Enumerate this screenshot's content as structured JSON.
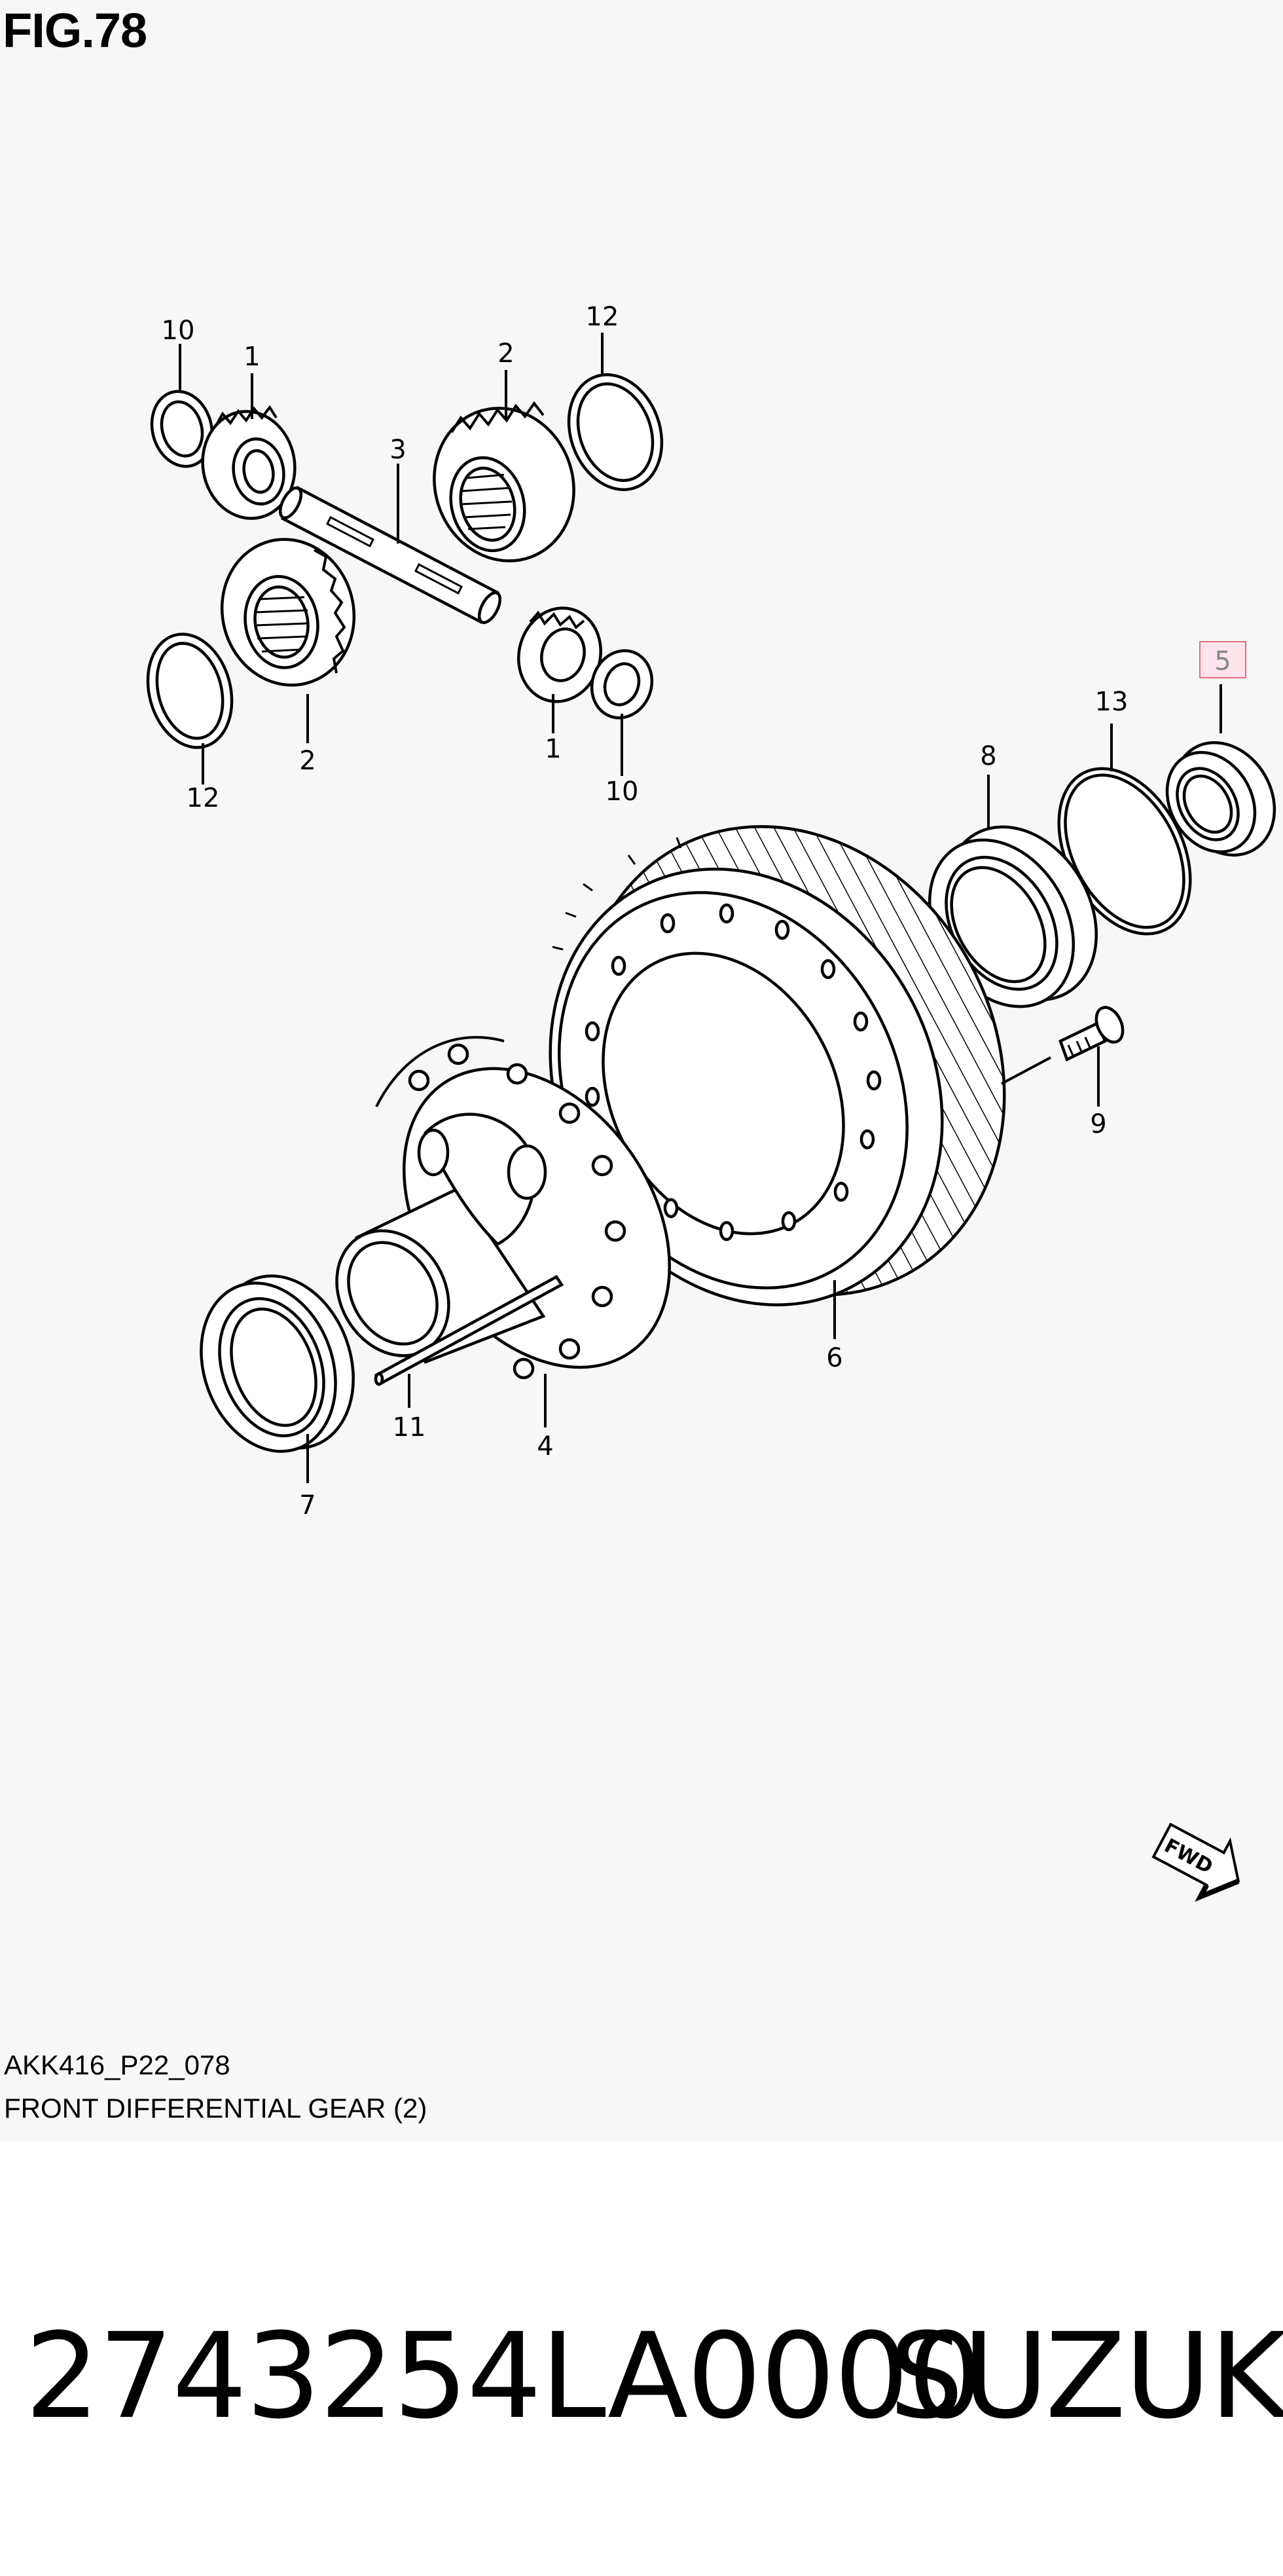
{
  "figure": {
    "title": "FIG.78"
  },
  "callouts": [
    {
      "id": "10a",
      "label": "10"
    },
    {
      "id": "1a",
      "label": "1"
    },
    {
      "id": "2a",
      "label": "2"
    },
    {
      "id": "12a",
      "label": "12"
    },
    {
      "id": "3",
      "label": "3"
    },
    {
      "id": "12b",
      "label": "12"
    },
    {
      "id": "2b",
      "label": "2"
    },
    {
      "id": "1b",
      "label": "1"
    },
    {
      "id": "10b",
      "label": "10"
    },
    {
      "id": "5",
      "label": "5",
      "highlighted": true
    },
    {
      "id": "13",
      "label": "13"
    },
    {
      "id": "8",
      "label": "8"
    },
    {
      "id": "9",
      "label": "9"
    },
    {
      "id": "6",
      "label": "6"
    },
    {
      "id": "11",
      "label": "11"
    },
    {
      "id": "4",
      "label": "4"
    },
    {
      "id": "7",
      "label": "7"
    }
  ],
  "fwd_marker": {
    "text": "FWD",
    "icon": "forward-arrow-icon"
  },
  "caption": {
    "code": "AKK416_P22_078",
    "name": "FRONT DIFFERENTIAL GEAR (2)"
  },
  "footer": {
    "part_number": "2743254LA0000",
    "brand": "SUZUKI"
  },
  "colors": {
    "diagram_background": "#f7f7f7",
    "highlight_fill": "#ffe4ec",
    "highlight_border": "#e0707a"
  }
}
